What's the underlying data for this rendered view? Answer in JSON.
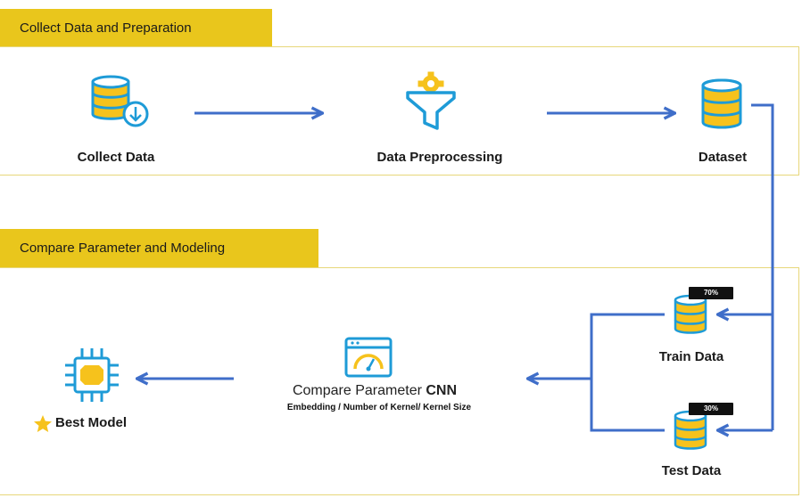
{
  "sections": {
    "collect": {
      "title": "Collect Data and Preparation"
    },
    "compare": {
      "title": "Compare Parameter and Modeling"
    }
  },
  "nodes": {
    "collect_data": {
      "label": "Collect Data"
    },
    "data_preprocessing": {
      "label": "Data Preprocessing"
    },
    "dataset": {
      "label": "Dataset"
    },
    "train_data": {
      "label": "Train Data",
      "badge": "70%"
    },
    "test_data": {
      "label": "Test Data",
      "badge": "30%"
    },
    "compare_param": {
      "label_prefix": "Compare Parameter ",
      "label_strong": "CNN",
      "sublabel": "Embedding / Number of Kernel/ Kernel Size"
    },
    "best_model": {
      "label": "Best Model"
    }
  },
  "colors": {
    "accent": "#e9c61c",
    "arrow": "#3f6ec9",
    "icon_blue": "#1e9bd7",
    "icon_yellow": "#f6c21c"
  },
  "icons": [
    "database-download-icon",
    "filter-gear-icon",
    "database-icon",
    "database-icon",
    "database-icon",
    "gauge-window-icon",
    "chip-icon",
    "star-icon"
  ]
}
